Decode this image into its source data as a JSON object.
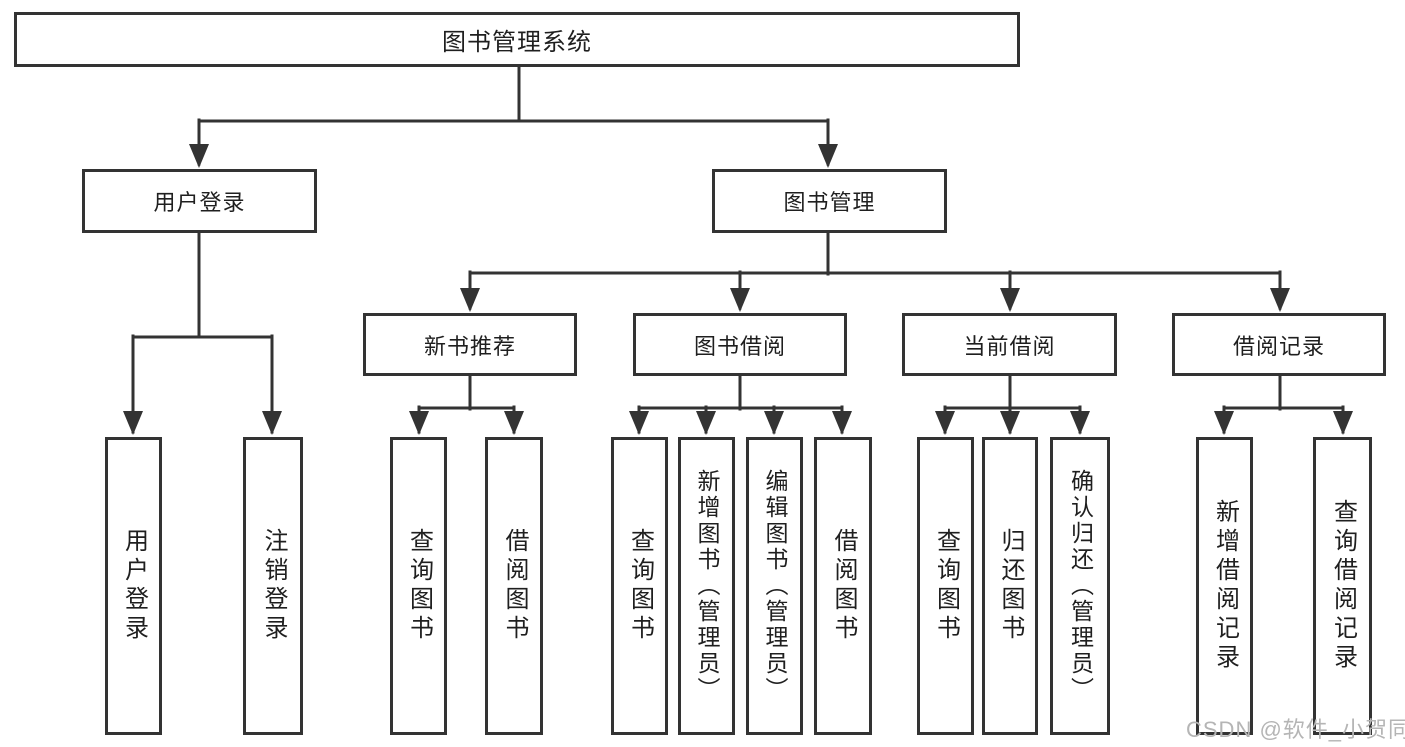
{
  "diagram_title": "图书管理系统",
  "nodes": {
    "root": "图书管理系统",
    "user_login": "用户登录",
    "book_mgmt": "图书管理",
    "new_book_rec": "新书推荐",
    "book_borrow": "图书借阅",
    "current_borrow": "当前借阅",
    "borrow_records": "借阅记录",
    "leaf_user_login": "用户登录",
    "leaf_logout": "注销登录",
    "leaf_nb_query": "查询图书",
    "leaf_nb_borrow": "借阅图书",
    "leaf_bb_query": "查询图书",
    "leaf_bb_add": "新增图书（管理员）",
    "leaf_bb_edit": "编辑图书（管理员）",
    "leaf_bb_borrow": "借阅图书",
    "leaf_cb_query": "查询图书",
    "leaf_cb_return": "归还图书",
    "leaf_cb_confirm": "确认归还（管理员）",
    "leaf_br_add": "新增借阅记录",
    "leaf_br_query": "查询借阅记录"
  },
  "watermark": "CSDN @软件_小贺同学",
  "colors": {
    "line": "#333333",
    "text": "#1f1f1f",
    "watermark": "#b5b5b5",
    "background": "#ffffff"
  }
}
